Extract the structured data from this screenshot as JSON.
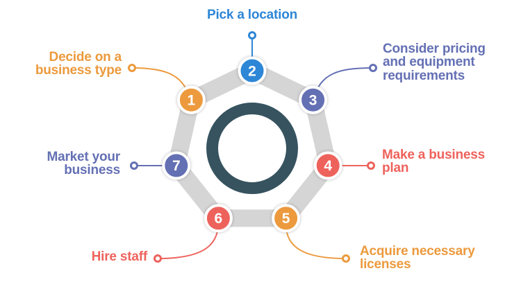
{
  "diagram": {
    "background": "#FFFFFF",
    "band_color": "#D5D5D5",
    "ring_color": "#36535F",
    "steps": [
      {
        "number": "1",
        "label": "Decide on a\nbusiness type",
        "color": "#EC9A3D"
      },
      {
        "number": "2",
        "label": "Pick a location",
        "color": "#2D86D6"
      },
      {
        "number": "3",
        "label": "Consider pricing\nand equipment\nrequirements",
        "color": "#6470B4"
      },
      {
        "number": "4",
        "label": "Make a business\nplan",
        "color": "#EE625C"
      },
      {
        "number": "5",
        "label": "Acquire necessary\nlicenses",
        "color": "#EC9A3D"
      },
      {
        "number": "6",
        "label": "Hire staff",
        "color": "#EE625C"
      },
      {
        "number": "7",
        "label": "Market your\nbusiness",
        "color": "#6470B4"
      }
    ]
  }
}
